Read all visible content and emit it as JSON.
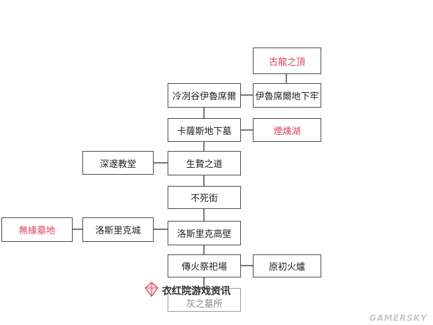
{
  "nodes": {
    "gulong": "古龍之頂",
    "lengliegu": "冷冽谷伊魯席爾",
    "dixialao": "伊魯席爾地下牢",
    "kasalan": "卡薩斯地下墓",
    "yanxun": "煙燻湖",
    "shensui": "深邃教堂",
    "shengji": "生贄之道",
    "busi": "不死街",
    "wuyuan": "無緣墓地",
    "luosicheng": "洛斯里克城",
    "luosibi": "洛斯里克高壁",
    "chuanhuo": "傳火祭祀場",
    "yuanchu": "原初火爐",
    "huizhi": "灰之墓所"
  },
  "watermark": {
    "text": "衣红院游戏资讯",
    "icon": "kite-icon"
  },
  "brand": "GAMERSKY",
  "colors": {
    "line": "#4a4a4a",
    "red_text": "#d7435f",
    "text": "#222222"
  }
}
